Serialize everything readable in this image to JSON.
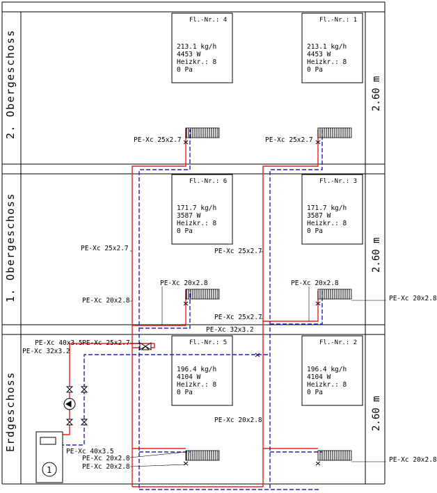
{
  "floors": [
    {
      "name": "2. Obergeschoss",
      "height": "2.60 m"
    },
    {
      "name": "1. Obergeschoss",
      "height": "2.60 m"
    },
    {
      "name": "Erdgeschoss",
      "height": "2.60 m"
    }
  ],
  "rooms": [
    {
      "id": "fl4",
      "fl": "Fl.-Nr.: 4",
      "flow": "213.1 kg/h",
      "power": "4453 W",
      "heizkr": "Heizkr.: 8",
      "pressure": "0 Pa"
    },
    {
      "id": "fl1",
      "fl": "Fl.-Nr.: 1",
      "flow": "213.1 kg/h",
      "power": "4453 W",
      "heizkr": "Heizkr.: 8",
      "pressure": "0 Pa"
    },
    {
      "id": "fl6",
      "fl": "Fl.-Nr.: 6",
      "flow": "171.7 kg/h",
      "power": "3587 W",
      "heizkr": "Heizkr.: 8",
      "pressure": "0 Pa"
    },
    {
      "id": "fl3",
      "fl": "Fl.-Nr.: 3",
      "flow": "171.7 kg/h",
      "power": "3587 W",
      "heizkr": "Heizkr.: 8",
      "pressure": "0 Pa"
    },
    {
      "id": "fl5",
      "fl": "Fl.-Nr.: 5",
      "flow": "196.4 kg/h",
      "power": "4104 W",
      "heizkr": "Heizkr.: 8",
      "pressure": "0 Pa"
    },
    {
      "id": "fl2",
      "fl": "Fl.-Nr.: 2",
      "flow": "196.4 kg/h",
      "power": "4104 W",
      "heizkr": "Heizkr.: 8",
      "pressure": "0 Pa"
    }
  ],
  "pipes": {
    "p1": "PE-Xc 25x2.7",
    "p2": "PE-Xc 25x2.7",
    "p3": "PE-Xc 25x2.7",
    "p4": "PE-Xc 25x2.7",
    "p5": "PE-Xc 20x2.8",
    "p6": "PE-Xc 20x2.8",
    "p7": "PE-Xc 20x2.8",
    "p8": "PE-Xc 20x2.8",
    "p9": "PE-Xc 25x2.7",
    "p10": "PE-Xc 32x3.2",
    "p11": "PE-Xc 40x3.5",
    "p12": "PE-Xc 25x2.7",
    "p13": "PE-Xc 32x3.2",
    "p14": "PE-Xc 20x2.8",
    "p15": "PE-Xc 40x3.5",
    "p16": "PE-Xc 20x2.8",
    "p17": "PE-Xc 20x2.8",
    "p18": "PE-Xc 20x2.8"
  },
  "boiler_symbol": "1",
  "colors": {
    "supply": "#e02020",
    "return": "#2020c0",
    "line": "#000000"
  }
}
